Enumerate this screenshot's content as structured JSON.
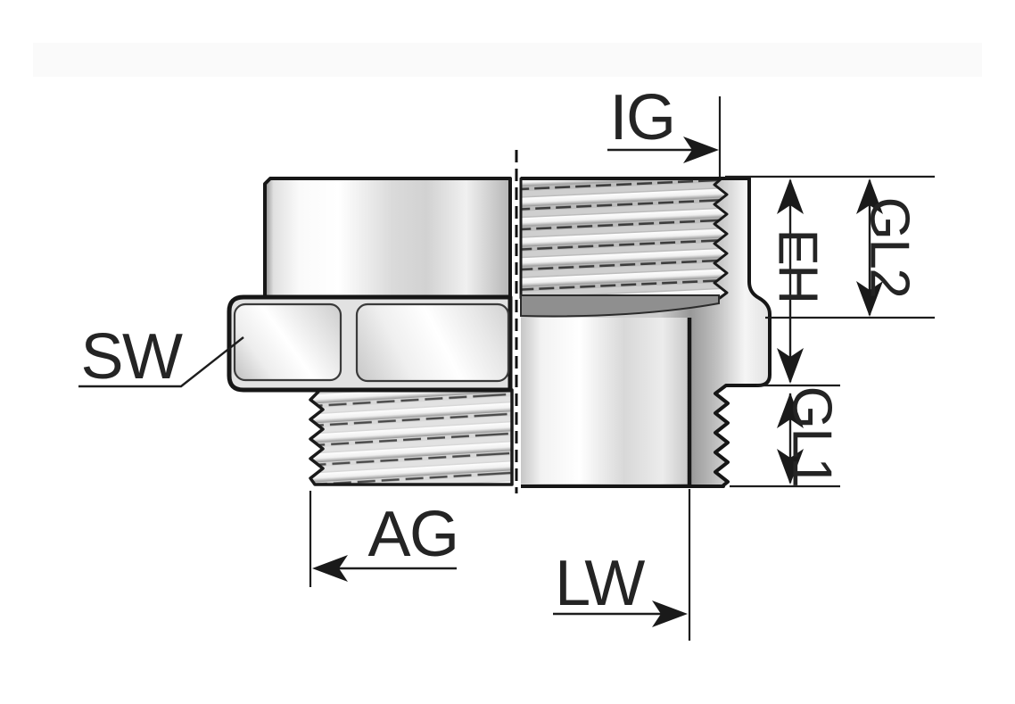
{
  "diagram": {
    "type": "technical-drawing",
    "subject": "threaded-adapter-half-section",
    "labels": {
      "ig": "IG",
      "gl2": "GL2",
      "eh": "EH",
      "gl1": "GL1",
      "sw": "SW",
      "ag": "AG",
      "lw": "LW"
    },
    "colors": {
      "outline": "#161616",
      "dimension_lines": "#1d1d1d",
      "label_text": "#242424",
      "metal_highlight": "#ffffff",
      "metal_mid": "#d9d9d9",
      "metal_dark": "#8f8f8f",
      "background": "#ffffff",
      "background_strip": "#fafafa"
    }
  }
}
